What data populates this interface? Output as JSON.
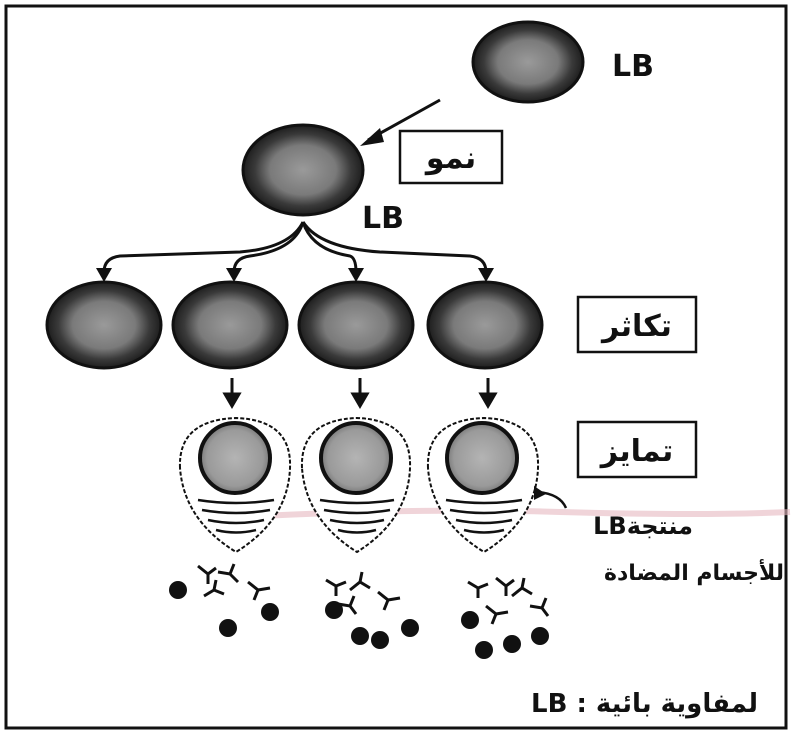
{
  "labels": {
    "lb_top": "LB",
    "lb_mid": "LB",
    "growth": "نمو",
    "proliferation": "تكاثر",
    "differentiation": "تمايز",
    "plasma_line1": "LBمنتجة",
    "plasma_line2": "للأجسام المضادة",
    "legend": "LB : لمفاوية بائية"
  },
  "colors": {
    "cell_dark": "#3a3a3a",
    "cell_core": "#8d8d8d",
    "plasma_nucleus": "#a6a6a6",
    "ink": "#111111"
  }
}
